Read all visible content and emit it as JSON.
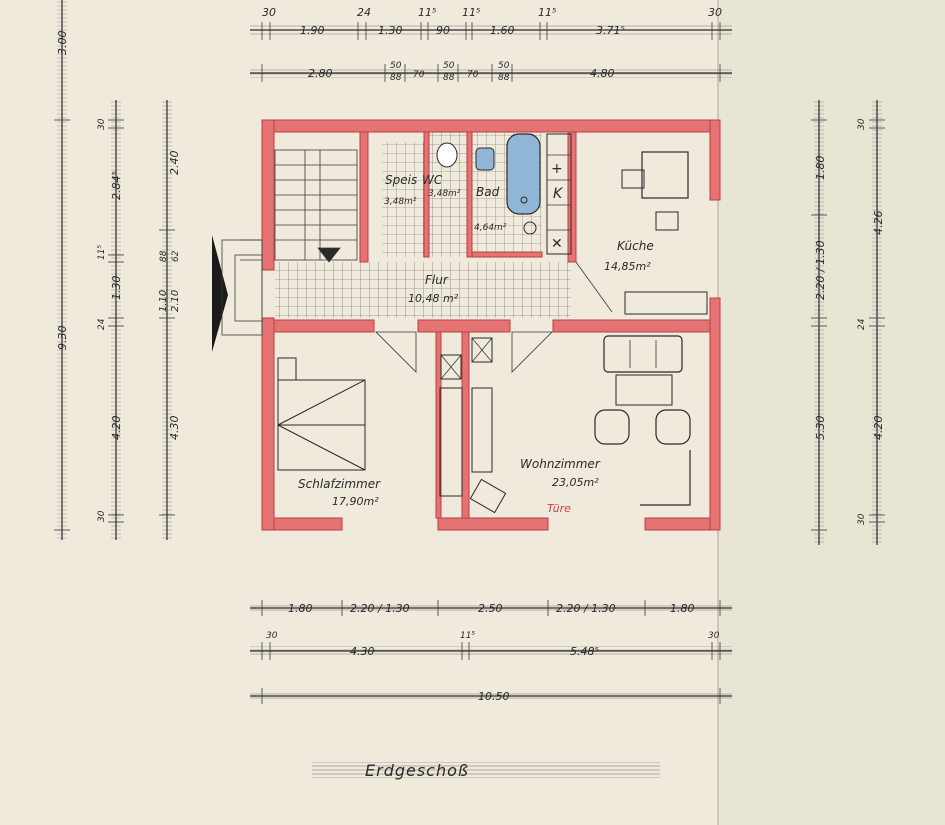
{
  "title": "Erdgeschoß",
  "top_dims_row1": [
    "30",
    "1.90",
    "24",
    "1.30",
    "11⁵",
    "90",
    "11⁵",
    "1.60",
    "11⁵",
    "3.71⁵",
    "30"
  ],
  "top_dims_row2": [
    "2.80",
    "50",
    "70",
    "50",
    "70",
    "50",
    "4.80"
  ],
  "top_dims_row2_sub": [
    "88",
    "88",
    "88"
  ],
  "left_outer": {
    "total": "9.30",
    "top": "3.00"
  },
  "left_inner": [
    "30",
    "2.84⁵",
    "11⁵",
    "1.30",
    "24",
    "4.20",
    "30"
  ],
  "left_window": {
    "a": "2.40",
    "b": "1.10",
    "c": "2.10",
    "d": "88",
    "e": "4.30",
    "f": "62"
  },
  "right_outer": [
    "1.80",
    "2.20 / 1.30",
    "5.30"
  ],
  "right_inner": [
    "30",
    "4.26",
    "24",
    "4.20",
    "30"
  ],
  "bottom_dims_row1": [
    "1.80",
    "2.20 / 1.30",
    "2.50",
    "2.20 / 1.30",
    "1.80"
  ],
  "bottom_dims_row2": [
    "30",
    "4.30",
    "11⁵",
    "5.48⁵",
    "30"
  ],
  "bottom_total": "10.50",
  "rooms": {
    "speis": {
      "name": "Speis",
      "area": "3,48m²"
    },
    "wc": {
      "name": "WC",
      "area": "3,48m²"
    },
    "bad": {
      "name": "Bad",
      "area": "4,64m²"
    },
    "kueche": {
      "name": "Küche",
      "area": "14,85m²"
    },
    "flur": {
      "name": "Flur",
      "area": "10,48 m²"
    },
    "schlafzimmer": {
      "name": "Schlafzimmer",
      "area": "17,90m²"
    },
    "wohnzimmer": {
      "name": "Wohnzimmer",
      "area": "23,05m²"
    }
  },
  "door_note": "Türe",
  "kitchen_marks": {
    "k": "K"
  }
}
